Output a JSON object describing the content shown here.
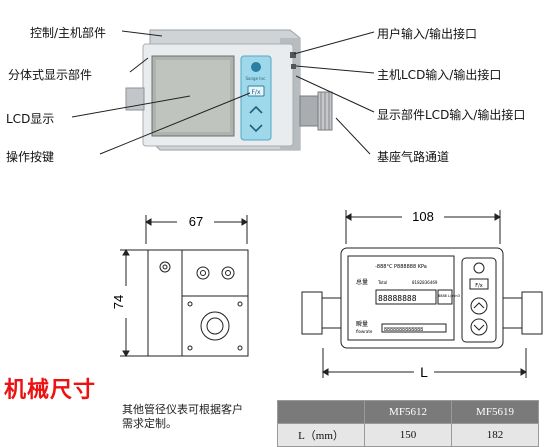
{
  "callouts": {
    "control_main": "控制/主机部件",
    "split_display": "分体式显示部件",
    "lcd": "LCD显示",
    "buttons": "操作按键",
    "user_io": "用户输入/输出接口",
    "main_lcd_io": "主机LCD输入/输出接口",
    "display_lcd_io": "显示部件LCD输入/输出接口",
    "gas_channel": "基座气路通道"
  },
  "device": {
    "brand": "Sange Inc.",
    "key_label": "F/x"
  },
  "drawing": {
    "width_side": "67",
    "height_side": "74",
    "width_front": "108",
    "length_label": "L",
    "screen_top": "-888°C P888888 KPa",
    "total_label": "总量",
    "total_en": "Total",
    "total_code": "8182836469",
    "digits": "88888888",
    "unit_box": "8888 L/min3",
    "flow_label": "瞬量",
    "flow_en": "flowrate",
    "flow_digits": "8888888888888",
    "key": "F/x"
  },
  "section_title": "机械尺寸",
  "note_lines": [
    "其他管径仪表可根据客户",
    "需求定制。"
  ],
  "spec_table": {
    "headers": [
      "",
      "MF5612",
      "MF5619"
    ],
    "row_label": "L（mm）",
    "values": [
      "150",
      "182"
    ]
  }
}
